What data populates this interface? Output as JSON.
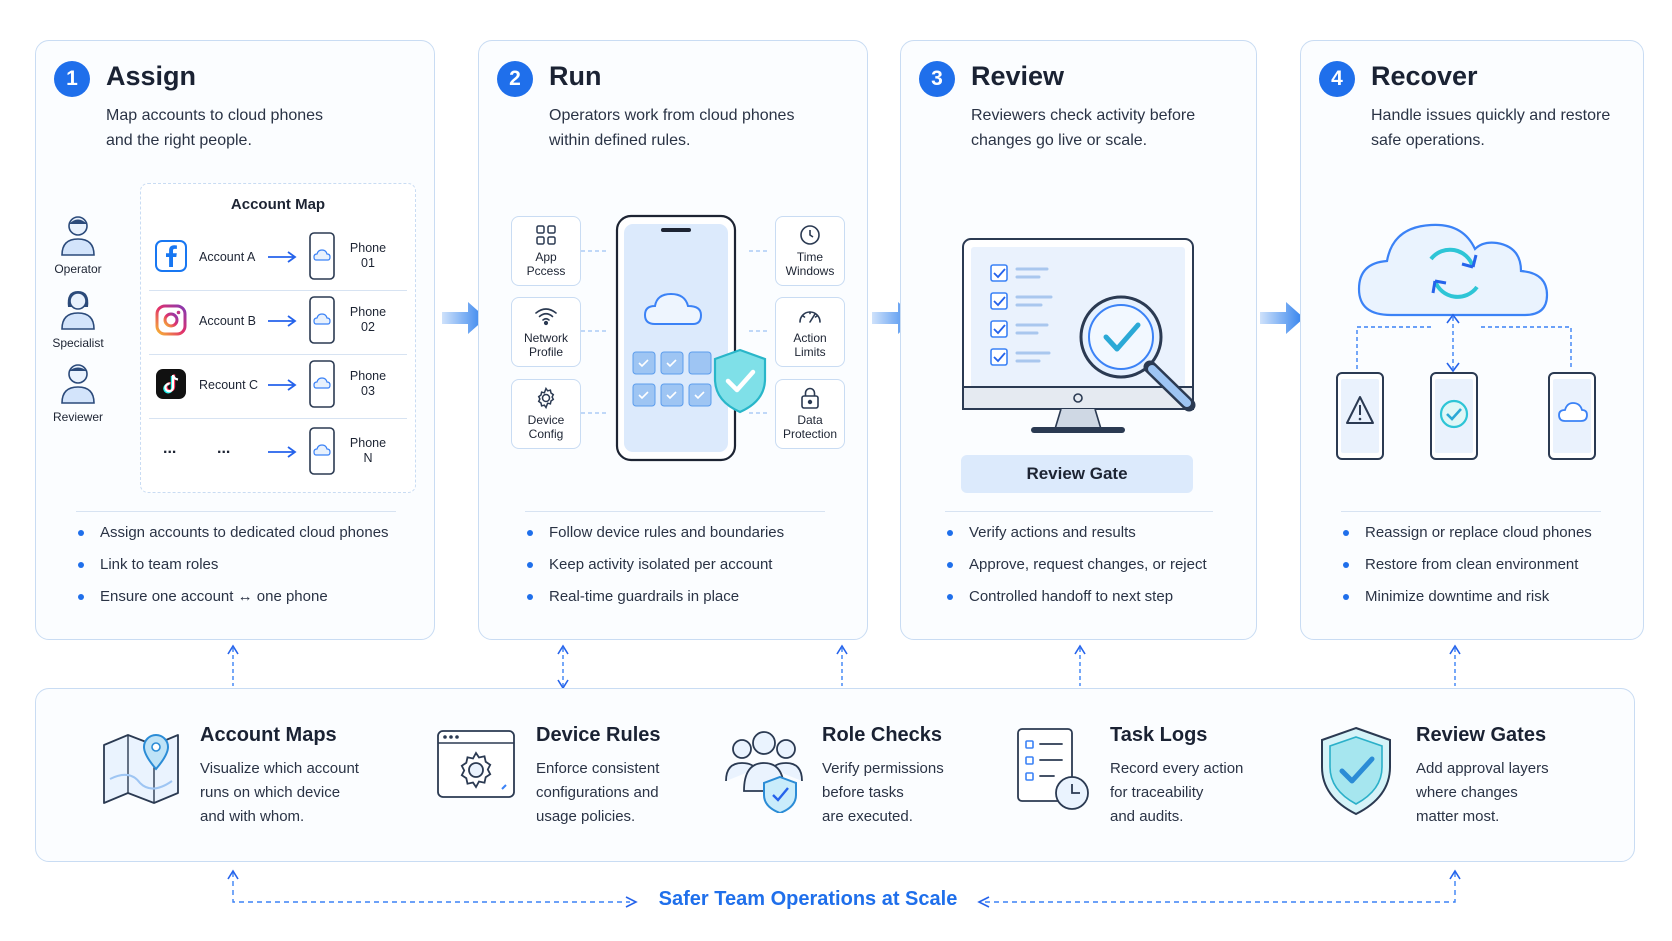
{
  "steps": [
    {
      "num": "1",
      "title": "Assign",
      "desc_line1": "Map accounts to cloud phones",
      "desc_line2": "and the right people.",
      "bullets": [
        "Assign accounts to dedicated cloud phones",
        "Link to team roles",
        "Ensure one account ↔ one phone"
      ]
    },
    {
      "num": "2",
      "title": "Run",
      "desc_line1": "Operators work from cloud phones",
      "desc_line2": "within defined rules.",
      "bullets": [
        "Follow device rules and boundaries",
        "Keep activity isolated per account",
        "Real-time guardrails in place"
      ]
    },
    {
      "num": "3",
      "title": "Review",
      "desc_line1": "Reviewers check activity before",
      "desc_line2": "changes go live or scale.",
      "bullets": [
        "Verify actions and results",
        "Approve, request changes, or reject",
        "Controlled handoff to next step"
      ]
    },
    {
      "num": "4",
      "title": "Recover",
      "desc_line1": "Handle issues quickly and restore",
      "desc_line2": "safe operations.",
      "bullets": [
        "Reassign or replace cloud phones",
        "Restore from clean environment",
        "Minimize downtime and risk"
      ]
    }
  ],
  "assign": {
    "map_title": "Account Map",
    "roles": [
      "Operator",
      "Specialist",
      "Reviewer"
    ],
    "rows": [
      {
        "account": "Account A",
        "phone_l1": "Phone",
        "phone_l2": "01"
      },
      {
        "account": "Account B",
        "phone_l1": "Phone",
        "phone_l2": "02"
      },
      {
        "account": "Recount C",
        "phone_l1": "Phone",
        "phone_l2": "03"
      },
      {
        "account": "...",
        "phone_l1": "Phone",
        "phone_l2": "N"
      }
    ],
    "ellipsis": "..."
  },
  "run": {
    "left_tiles": [
      {
        "l1": "App",
        "l2": "Pccess"
      },
      {
        "l1": "Network",
        "l2": "Profile"
      },
      {
        "l1": "Device",
        "l2": "Config"
      }
    ],
    "right_tiles": [
      {
        "l1": "Time",
        "l2": "Windows"
      },
      {
        "l1": "Action",
        "l2": "Limits"
      },
      {
        "l1": "Data",
        "l2": "Protection"
      }
    ]
  },
  "review": {
    "gate_label": "Review Gate"
  },
  "features": [
    {
      "title": "Account Maps",
      "l1": "Visualize which account",
      "l2": "runs on which device",
      "l3": "and with whom.",
      "icon": "map-pin-icon"
    },
    {
      "title": "Device Rules",
      "l1": "Enforce consistent",
      "l2": "configurations and",
      "l3": "usage policies.",
      "icon": "gear-window-icon"
    },
    {
      "title": "Role Checks",
      "l1": "Verify permissions",
      "l2": "before tasks",
      "l3": "are executed.",
      "icon": "team-shield-icon"
    },
    {
      "title": "Task Logs",
      "l1": "Record every action",
      "l2": "for traceability",
      "l3": "and audits.",
      "icon": "checklist-clock-icon"
    },
    {
      "title": "Review Gates",
      "l1": "Add approval layers",
      "l2": "where changes",
      "l3": "matter most.",
      "icon": "shield-check-icon"
    }
  ],
  "footer": {
    "label": "Safer Team Operations at Scale"
  },
  "colors": {
    "accent": "#1f6feb",
    "light_blue": "#dceafc",
    "border": "#c9dcf3"
  }
}
